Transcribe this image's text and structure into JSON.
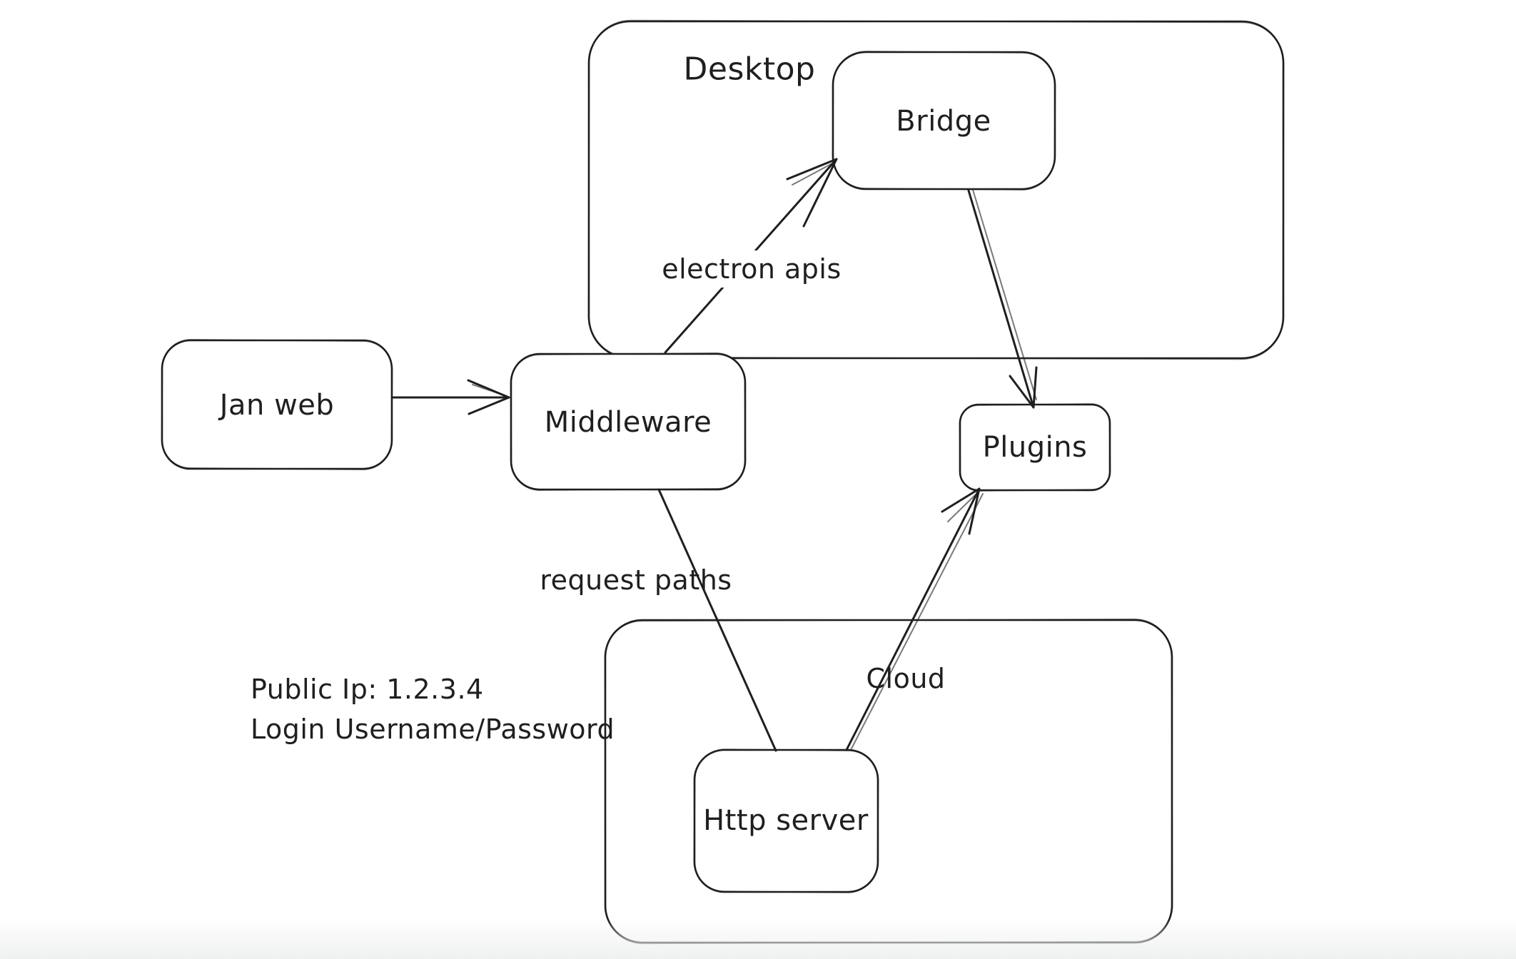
{
  "app": {
    "kind": "whiteboard-diagram",
    "background": "#ffffff"
  },
  "colors": {
    "stroke": "#1f1f1f",
    "shape_fill": "#ffffff",
    "bottom_fade": "#eff0f0"
  },
  "diagram": {
    "containers": [
      {
        "id": "desktop",
        "label": "Desktop"
      },
      {
        "id": "cloud",
        "label": "Cloud"
      }
    ],
    "nodes": [
      {
        "id": "jan-web",
        "label": "Jan web"
      },
      {
        "id": "middleware",
        "label": "Middleware"
      },
      {
        "id": "bridge",
        "label": "Bridge"
      },
      {
        "id": "plugins",
        "label": "Plugins"
      },
      {
        "id": "http-server",
        "label": "Http server"
      }
    ],
    "edges": [
      {
        "id": "jan-web-to-middleware",
        "from": "jan-web",
        "to": "middleware",
        "label": "",
        "arrowhead": "end"
      },
      {
        "id": "middleware-to-bridge",
        "from": "middleware",
        "to": "bridge",
        "label": "electron apis",
        "arrowhead": "end"
      },
      {
        "id": "bridge-to-plugins",
        "from": "bridge",
        "to": "plugins",
        "label": "",
        "arrowhead": "end"
      },
      {
        "id": "middleware-to-http-server",
        "from": "middleware",
        "to": "http-server",
        "label": "request paths",
        "arrowhead": "none"
      },
      {
        "id": "http-server-to-plugins",
        "from": "http-server",
        "to": "plugins",
        "label": "",
        "arrowhead": "end"
      }
    ],
    "annotations": [
      {
        "text": "Public Ip: 1.2.3.4"
      },
      {
        "text": "Login Username/Password"
      }
    ]
  }
}
